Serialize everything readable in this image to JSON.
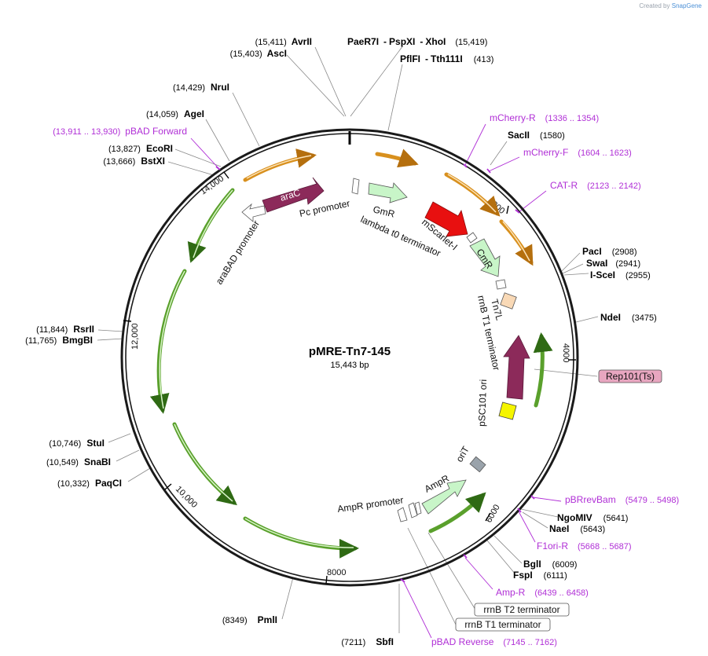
{
  "app": {
    "credit_prefix": "Created by",
    "credit_brand": "SnapGene"
  },
  "plasmid": {
    "name": "pMRE-Tn7-145",
    "size_label": "15,443 bp"
  },
  "ticks": [
    "2000",
    "4000",
    "6000",
    "8000",
    "10,000",
    "12,000",
    "14,000"
  ],
  "enzymes": {
    "avrii": {
      "name": "AvrII",
      "pos": "(15,411)"
    },
    "asci": {
      "name": "AscI",
      "pos": "(15,403)"
    },
    "paer7i": {
      "name": "PaeR7I",
      "sep1": "-",
      "name2": "PspXI",
      "sep2": "-",
      "name3": "XhoI",
      "pos": "(15,419)"
    },
    "pflfi": {
      "name": "PflFI",
      "sep1": "-",
      "name2": "Tth111I",
      "pos": "(413)"
    },
    "nrui": {
      "name": "NruI",
      "pos": "(14,429)"
    },
    "agei": {
      "name": "AgeI",
      "pos": "(14,059)"
    },
    "ecori": {
      "name": "EcoRI",
      "pos": "(13,827)"
    },
    "bstxi": {
      "name": "BstXI",
      "pos": "(13,666)"
    },
    "sacii": {
      "name": "SacII",
      "pos": "(1580)"
    },
    "paci": {
      "name": "PacI",
      "pos": "(2908)"
    },
    "swai": {
      "name": "SwaI",
      "pos": "(2941)"
    },
    "iscei": {
      "name": "I-SceI",
      "pos": "(2955)"
    },
    "ndei": {
      "name": "NdeI",
      "pos": "(3475)"
    },
    "rsrii": {
      "name": "RsrII",
      "pos": "(11,844)"
    },
    "bmgbi": {
      "name": "BmgBI",
      "pos": "(11,765)"
    },
    "stui": {
      "name": "StuI",
      "pos": "(10,746)"
    },
    "snabi": {
      "name": "SnaBI",
      "pos": "(10,549)"
    },
    "paqci": {
      "name": "PaqCI",
      "pos": "(10,332)"
    },
    "ngomiv": {
      "name": "NgoMIV",
      "pos": "(5641)"
    },
    "naei": {
      "name": "NaeI",
      "pos": "(5643)"
    },
    "bgli": {
      "name": "BglI",
      "pos": "(6009)"
    },
    "fspi": {
      "name": "FspI",
      "pos": "(6111)"
    },
    "pmli": {
      "name": "PmlI",
      "pos": "(8349)"
    },
    "sbfi": {
      "name": "SbfI",
      "pos": "(7211)"
    }
  },
  "primers": {
    "pbad_forward": {
      "name": "pBAD Forward",
      "range": "(13,911 .. 13,930)"
    },
    "mcherry_r": {
      "name": "mCherry-R",
      "range": "(1336 .. 1354)"
    },
    "mcherry_f": {
      "name": "mCherry-F",
      "range": "(1604 .. 1623)"
    },
    "cat_r": {
      "name": "CAT-R",
      "range": "(2123 .. 2142)"
    },
    "pbrrevbam": {
      "name": "pBRrevBam",
      "range": "(5479 .. 5498)"
    },
    "f1ori_r": {
      "name": "F1ori-R",
      "range": "(5668 .. 5687)"
    },
    "amp_r": {
      "name": "Amp-R",
      "range": "(6439 .. 6458)"
    },
    "pbad_reverse": {
      "name": "pBAD Reverse",
      "range": "(7145 .. 7162)"
    }
  },
  "boxed": {
    "rep101": "Rep101(Ts)",
    "rrnb_t2": "rrnB T2 terminator",
    "rrnb_t1": "rrnB T1 terminator"
  },
  "features": {
    "arac": "araC",
    "arabad_promoter": "araBAD promoter",
    "pc_promoter": "Pc promoter",
    "gmr": "GmR",
    "lambda_t0": "lambda t0 terminator",
    "mscarlet": "mScarlet-I",
    "cmr": "CmR",
    "tn7l": "Tn7L",
    "rrnb_t1_inner": "rrnB T1 terminator",
    "psc101_ori": "pSC101 ori",
    "orit": "oriT",
    "ampr": "AmpR",
    "ampr_promoter": "AmpR promoter"
  },
  "colors": {
    "backbone": "#1a1a1a",
    "primer": "#b02fd6",
    "green_arc": "#5aa02c",
    "orange_arc": "#d8901e",
    "arac": "#8c2a5a",
    "mscarlet": "#e81010",
    "resistance": "#c8f5c8",
    "origin": "#8c2a5a",
    "yellow": "#f5f500",
    "gray_box": "#9aa3ab",
    "tn7l": "#f9d9b6",
    "rep_box": "#e8a6c0"
  }
}
